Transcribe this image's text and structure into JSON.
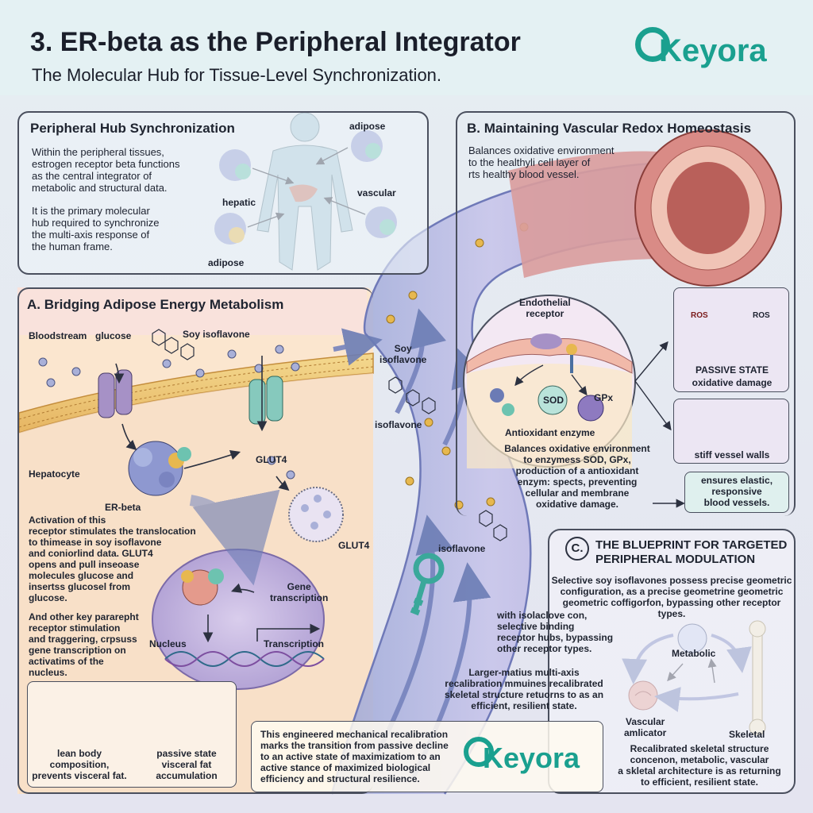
{
  "header": {
    "title": "3. ER-beta as the Peripheral Integrator",
    "subtitle": "The Molecular Hub for Tissue-Level Synchronization.",
    "brand": "Keyora",
    "brand_color": "#1aa08f"
  },
  "hub": {
    "heading": "Peripheral Hub Synchronization",
    "para1": [
      "Within the peripheral tissues,",
      "estrogen receptor beta functions",
      "as the central integrator of",
      "metabolic and structural data."
    ],
    "para2": [
      "It is the primary molecular",
      "hub required to synchronize",
      "the multi-axis response of",
      "the human frame."
    ],
    "labels": {
      "adipose_top": "adipose",
      "hepatic": "hepatic",
      "vascular": "vascular",
      "adipose_bottom": "adipose"
    }
  },
  "section_a": {
    "heading": "A. Bridging Adipose Energy Metabolism",
    "bloodstream": "Bloodstream",
    "glucose": "glucose",
    "soy_isoflavone": "Soy isoflavone",
    "hepatocyte": "Hepatocyte",
    "glut4_1": "GLUT4",
    "glut4_2": "GLUT4",
    "er_beta": "ER-beta",
    "gene_transcription": [
      "Gene",
      "transcription"
    ],
    "nucleus": "Nucleus",
    "transcription": "Transcription",
    "para1": [
      "Activation of this",
      "receptor stimulates the translocation",
      "to thimease in soy isoflavone",
      "and coniorlind data. GLUT4",
      "opens and pull inseoase",
      "molecules glucose and",
      "insertss glucosel from",
      "glucose."
    ],
    "para2": [
      "And other key pararepht",
      "receptor stimulation",
      "and traggering, crpsuss",
      "gene transcription on",
      "activatims of the",
      "nucleus."
    ],
    "bottom_left": [
      "lean body",
      "composition,",
      "prevents visceral fat."
    ],
    "bottom_right": [
      "passive state",
      "visceral fat",
      "accumulation"
    ]
  },
  "vessel": {
    "soy_isoflavone": [
      "Soy",
      "isoflavone"
    ],
    "isoflavone_1": "isoflavone",
    "isoflavone_2": "isoflavone"
  },
  "section_b": {
    "heading": "B. Maintaining Vascular Redox Homeostasis",
    "para": [
      "Balances oxidative environment",
      "to the healthyli cell layer of",
      "rts healthy blood vessel."
    ],
    "endothelial": [
      "Endothelial",
      "receptor"
    ],
    "sod": "SOD",
    "gpx": "GPx",
    "antioxidant": "Antioxidant enzyme",
    "para2": [
      "Balances oxidative environment",
      "to enzymess SOD, GPx,",
      "production of a antioxidant",
      "enzym: spects, preventing",
      "cellular and membrane",
      "oxidative damage."
    ],
    "ros1": "ROS",
    "ros2": "ROS",
    "passive": [
      "PASSIVE STATE",
      "oxidative damage"
    ],
    "stiff": "stiff vessel walls",
    "elastic": [
      "ensures elastic,",
      "responsive",
      "blood vessels."
    ]
  },
  "section_c": {
    "letter": "C.",
    "heading": [
      "THE BLUEPRINT FOR TARGETED",
      "PERIPHERAL MODULATION"
    ],
    "para1": [
      "Selective soy isoflavones possess precise geometric",
      "configuration, as a precise geometrine geometric",
      "geometric coffigorfon, bypassing other receptor types."
    ],
    "para2": [
      "with isolaclove con,",
      "selective binding",
      "receptor hubs, bypassing",
      "other receptor types."
    ],
    "para3": [
      "Larger-matius multi-axis",
      "recalibration mmuines recalibrated",
      "skeletal structure retuorns to as an",
      "efficient, resilient state."
    ],
    "metabolic": "Metabolic",
    "vascular": [
      "Vascular",
      "amlicator"
    ],
    "skeletal": "Skeletal",
    "para4": [
      "Recalibrated skeletal structure",
      "concenon, metabolic, vascular",
      "a skletal architecture is as returning",
      "to efficient, resilient state."
    ]
  },
  "bottom_box": {
    "text": [
      "This engineered mechanical recalibration",
      "marks the transition from passive decline",
      "to an active state of maximizatiom to an",
      "active stance of maximized biological",
      "efficiency and structural resilience."
    ]
  }
}
